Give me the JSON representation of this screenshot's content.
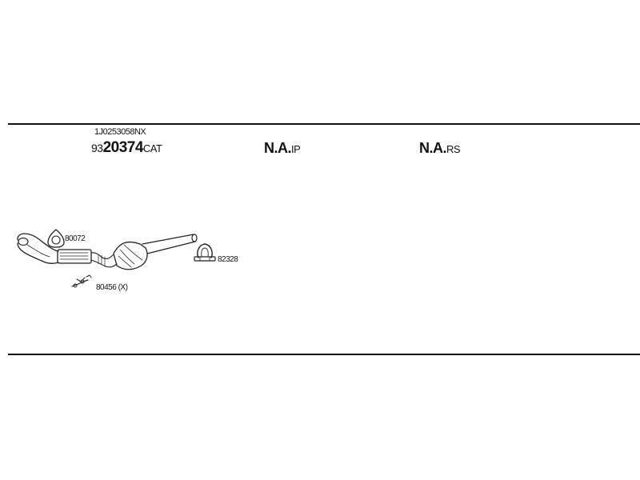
{
  "header": {
    "oe_number": "1J0253058NX",
    "catalog_prefix": "93",
    "catalog_main": "20374",
    "catalog_suffix": "CAT"
  },
  "columns": [
    {
      "main": "N.A.",
      "suffix": "IP"
    },
    {
      "main": "N.A.",
      "suffix": "RS"
    }
  ],
  "parts": {
    "gasket": "80072",
    "clamp": "82328",
    "mounting_kit": "80456 (X)"
  },
  "icons": [
    "front-pipe-icon",
    "catalytic-converter-icon",
    "gasket-icon",
    "clamp-icon",
    "mounting-kit-icon"
  ]
}
